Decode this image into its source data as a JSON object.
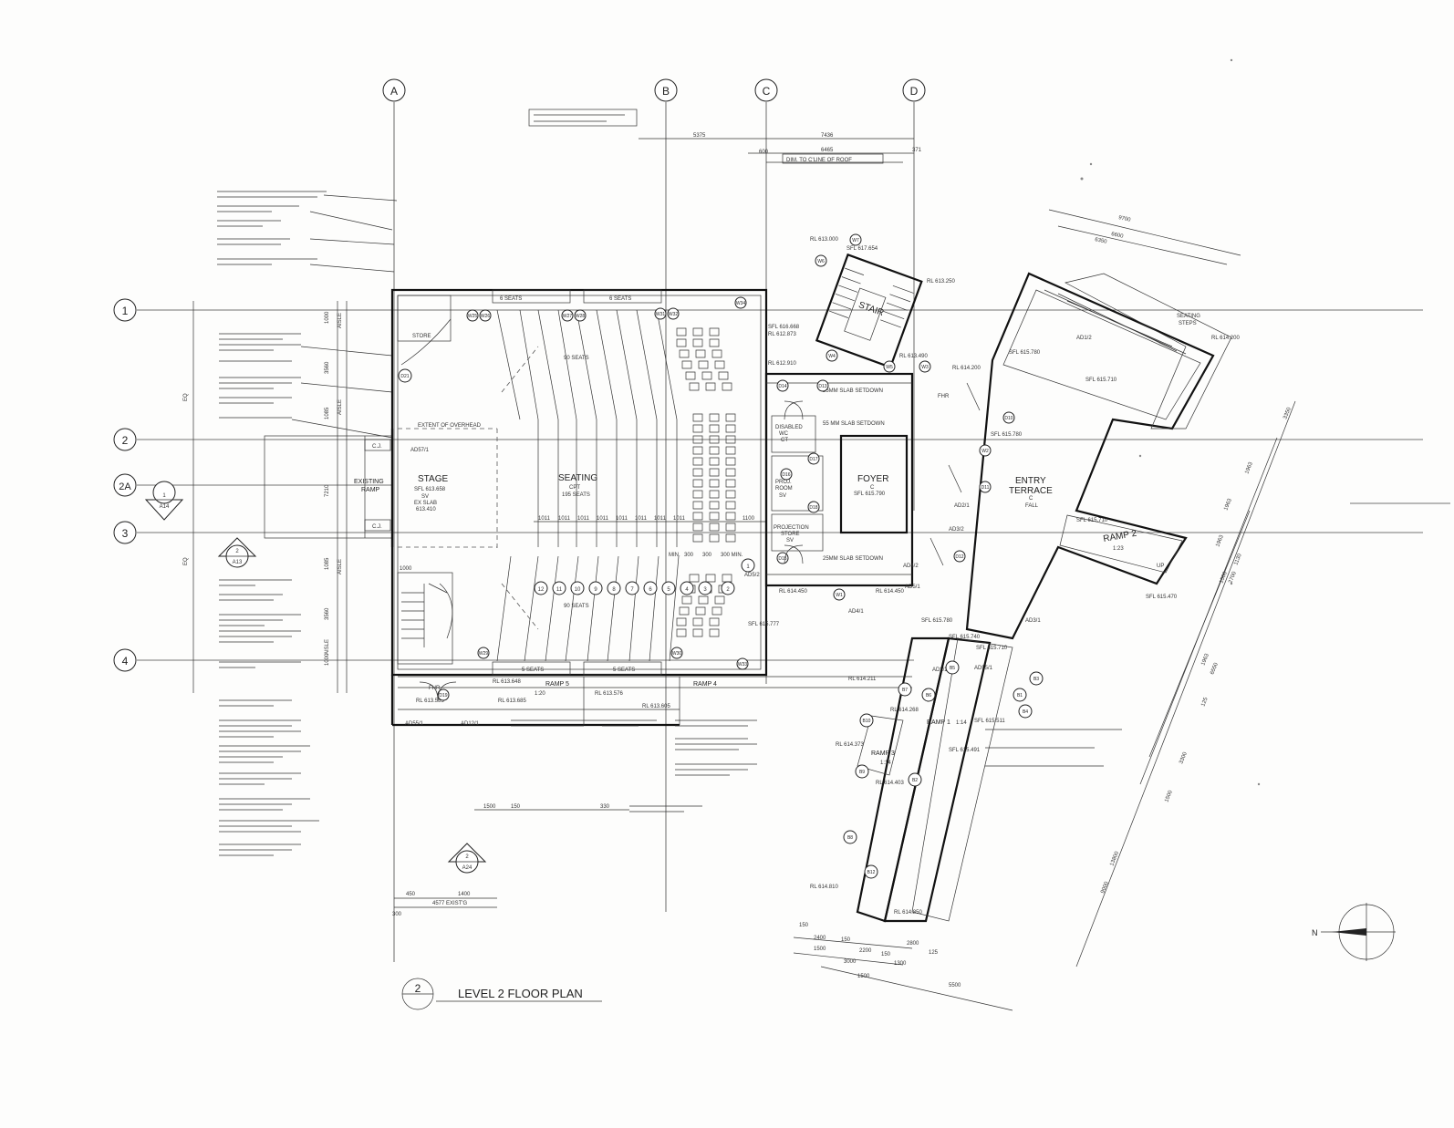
{
  "sheet_title": {
    "number": "2",
    "label": "LEVEL 2 FLOOR PLAN"
  },
  "grid_columns": [
    "A",
    "B",
    "C",
    "D"
  ],
  "grid_rows": [
    "1",
    "2",
    "2A",
    "3",
    "4"
  ],
  "north_label": "N",
  "section_marks": [
    {
      "number": "1",
      "sheet": "A14"
    },
    {
      "number": "2",
      "sheet": "A13"
    },
    {
      "number": "2",
      "sheet": "A24"
    }
  ],
  "top_dims": [
    "5375",
    "7436",
    "6465",
    "371",
    "600"
  ],
  "roof_dim_note": "DIM. TO C'LINE OF ROOF",
  "rooms": {
    "stage": {
      "name": "STAGE",
      "sfl": "SFL 613.658",
      "sub1": "SV",
      "sub2": "EX SLAB",
      "sub3": "613.410"
    },
    "seating": {
      "name": "SEATING",
      "sub": "CPT",
      "seats": "195 SEATS"
    },
    "foyer": {
      "name": "FOYER",
      "sub": "C",
      "sfl": "SFL 615.790"
    },
    "entry": {
      "name1": "ENTRY",
      "name2": "TERRACE",
      "sub": "C",
      "fall": "FALL"
    },
    "stair": {
      "name": "STAIR"
    },
    "store": {
      "name": "STORE"
    },
    "existing_ramp": {
      "line1": "EXISTING",
      "line2": "RAMP"
    },
    "proj_room": {
      "line1": "PROJ.",
      "line2": "ROOM",
      "sub": "SV"
    },
    "proj_store": {
      "line1": "PROJECTION",
      "line2": "STORE",
      "sub": "SV"
    },
    "disabled_wc": {
      "line1": "DISABLED",
      "line2": "WC",
      "sub": "CT"
    },
    "ramp2": {
      "name": "RAMP 2",
      "grade": "1:23",
      "up": "UP"
    },
    "ramp4": {
      "name": "RAMP 4"
    },
    "ramp5": {
      "name": "RAMP 5",
      "grade": "1:20"
    },
    "ramp1": {
      "name": "RAMP 1",
      "grade": "1:14"
    },
    "ramp3": {
      "name": "RAMP 3",
      "grade": "1:14"
    },
    "fhr1": "FHR",
    "fhr2": "FHR"
  },
  "seat_blocks": [
    {
      "label": "6 SEATS"
    },
    {
      "label": "6 SEATS"
    },
    {
      "label": "90 SEATS"
    },
    {
      "label": "90 SEATS"
    },
    {
      "label": "5 SEATS"
    },
    {
      "label": "5 SEATS"
    }
  ],
  "row_numbers": [
    "12",
    "11",
    "10",
    "9",
    "8",
    "7",
    "6",
    "5",
    "4",
    "3",
    "2",
    "1"
  ],
  "row_dims": [
    "1011",
    "1011",
    "1011",
    "1011",
    "1011",
    "1011",
    "1011",
    "1011",
    "1100"
  ],
  "min_dims": [
    "MIN.",
    "300",
    "300",
    "300 MIN."
  ],
  "slab_notes": [
    "25MM SLAB SETDOWN",
    "55 MM SLAB SETDOWN",
    "25MM SLAB SETDOWN"
  ],
  "levels": [
    "RL 613.000",
    "SFL 617.654",
    "RL 613.250",
    "SFL 616.668",
    "RL 612.873",
    "RL 612.910",
    "RL 613.490",
    "RL 614.200",
    "SFL 615.780",
    "SFL 615.710",
    "RL 614.200",
    "SFL 615.780",
    "SFL 615.710",
    "SFL 615.470",
    "RL 614.450",
    "RL 614.450",
    "SFL 615.780",
    "SFL 615.740",
    "SFL 615.710",
    "RL 614.211",
    "RL 614.268",
    "SFL 615.511",
    "RL 614.373",
    "SFL 615.491",
    "RL 614.403",
    "RL 614.810",
    "RL 614.850",
    "RL 613.648",
    "RL 613.685",
    "RL 613.576",
    "RL 613.605",
    "RL 613.585",
    "SFL 615.777"
  ],
  "door_tags": [
    "D21",
    "D13",
    "D14",
    "D15",
    "D16",
    "D17",
    "D18",
    "D19",
    "D10",
    "D11",
    "D12",
    "AD57/1",
    "AD5/2",
    "AD4/1",
    "AD4/2",
    "AD5/1",
    "AD1/1",
    "AD1/2",
    "AD3/1",
    "AD3/2",
    "AD2/1",
    "AD2/2",
    "AD55/1",
    "AD12/1"
  ],
  "window_tags": [
    "W25",
    "W26",
    "W27",
    "W28",
    "W31",
    "W32",
    "W34",
    "W29",
    "W30",
    "W33",
    "W1",
    "W2",
    "W3",
    "W4",
    "W5",
    "W6",
    "W7"
  ],
  "bay_tags": [
    "B1",
    "B2",
    "B3",
    "B4",
    "B5",
    "B6",
    "B7",
    "B8",
    "B9",
    "B10",
    "B12"
  ],
  "bottom_dims": [
    "450",
    "1400",
    "4577 EXIST'G",
    "300",
    "1500",
    "150",
    "330",
    "2400",
    "150",
    "1500",
    "2200",
    "150",
    "3000",
    "1500",
    "1300",
    "150",
    "5500",
    "125",
    "2800"
  ],
  "right_dims": [
    "9700",
    "6600",
    "6350",
    "3350",
    "13800",
    "9000",
    "3300",
    "1500",
    "6550",
    "2700",
    "1963",
    "1963",
    "1963",
    "1500",
    "1130",
    "125",
    "1963"
  ],
  "left_dims": [
    "1000",
    "3560",
    "1085",
    "7210",
    "1085",
    "3560",
    "1000",
    "EQ",
    "EQ",
    "AISLE",
    "AISLE",
    "AISLE",
    "AISLE"
  ],
  "seating_steps": "SEATING STEPS",
  "aisle": "AISLE",
  "extent_note": "EXTENT OF OVERHEAD"
}
